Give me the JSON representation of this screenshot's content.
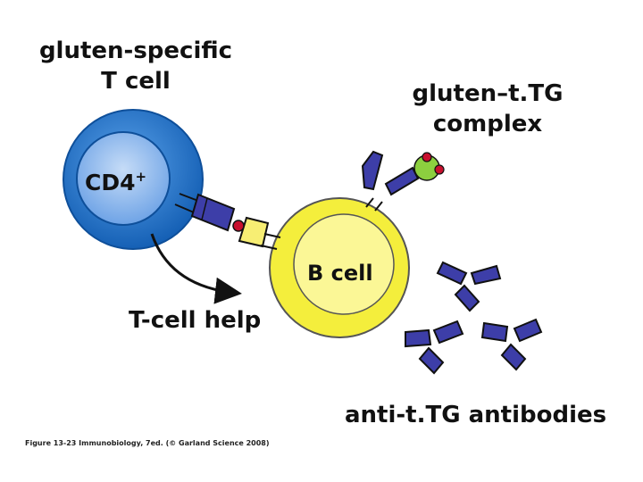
{
  "labels": {
    "t_cell_line1": "gluten-specific",
    "t_cell_line2": "T cell",
    "complex_line1": "gluten–t.TG",
    "complex_line2": "complex",
    "cd4": "CD4",
    "cd4_sup": "+",
    "b_cell": "B cell",
    "t_cell_help": "T-cell help",
    "antibodies": "anti-t.TG antibodies"
  },
  "caption": "Figure 13-23 Immunobiology, 7ed. (© Garland Science 2008)",
  "colors": {
    "t_cell": "#1a6fc4",
    "t_cell_nucleus": "#7fb0ec",
    "b_cell": "#f4ee3c",
    "b_cell_nucleus": "#fbf796",
    "antibody": "#3d3ea8",
    "mhc": "#f7ee73",
    "peptide": "#c8102e",
    "ttg": "#8ccf3f"
  }
}
